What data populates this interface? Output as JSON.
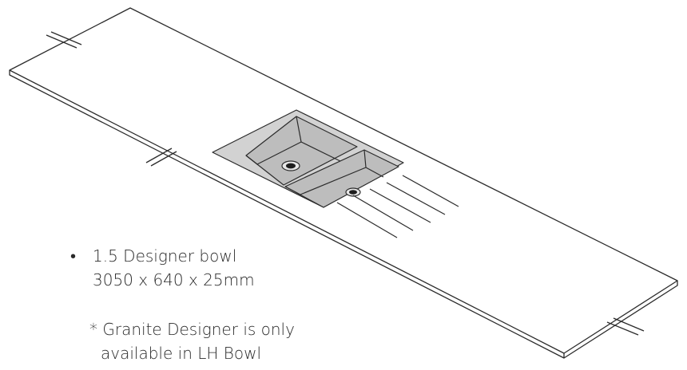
{
  "diagram": {
    "subject": "worktop",
    "bowl_count_label": "1.5",
    "colors": {
      "outline": "#2b2b2b",
      "bowl_fill": "#c8c8c8",
      "bowl_shadow": "#b4b4b4",
      "waste_hole": "#1e1e1e",
      "background": "#ffffff"
    }
  },
  "spec": {
    "bullet": "•",
    "line1": "1.5 Designer bowl",
    "line2": "3050 x 640 x 25mm"
  },
  "footnote": {
    "line1": "* Granite Designer is only",
    "line2": "available in LH Bowl"
  }
}
